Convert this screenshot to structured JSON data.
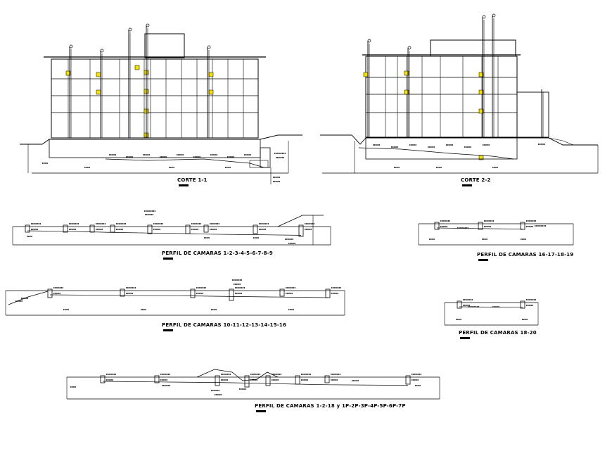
{
  "drawing": {
    "section_1": {
      "caption": "CORTE 1-1"
    },
    "section_2": {
      "caption": "CORTE 2-2"
    },
    "profile_1": {
      "caption": "PERFIL DE CAMARAS 1-2-3-4-5-6-7-8-9"
    },
    "profile_2": {
      "caption": "PERFIL DE CAMARAS 10-11-12-13-14-15-16"
    },
    "profile_3": {
      "caption": "PERFIL DE CAMARAS 16-17-18-19"
    },
    "profile_4": {
      "caption": "PERFIL DE CAMARAS 18-20"
    },
    "profile_5": {
      "caption": "PERFIL DE CAMARAS 1-2-18 y 1P-2P-3P-4P-5P-6P-7P"
    }
  },
  "colors": {
    "line": "#000000",
    "fixture": "#f5e000",
    "background": "#ffffff"
  }
}
